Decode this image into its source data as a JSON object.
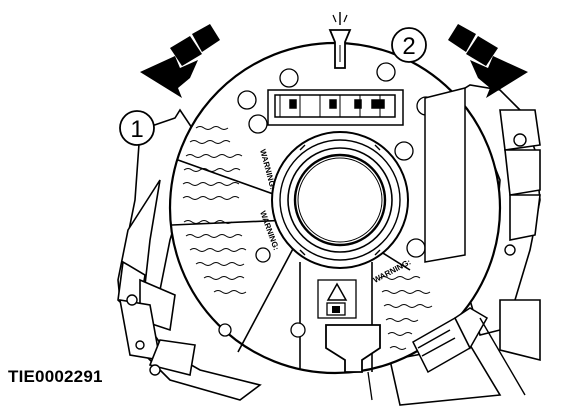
{
  "figure_code": "TIE0002291",
  "callouts": [
    {
      "id": "1",
      "label": "1"
    },
    {
      "id": "2",
      "label": "2"
    }
  ],
  "label_headings": {
    "left_upper": "WARNING:",
    "left_lower": "WARNING:",
    "right_lower": "WARNING:"
  }
}
